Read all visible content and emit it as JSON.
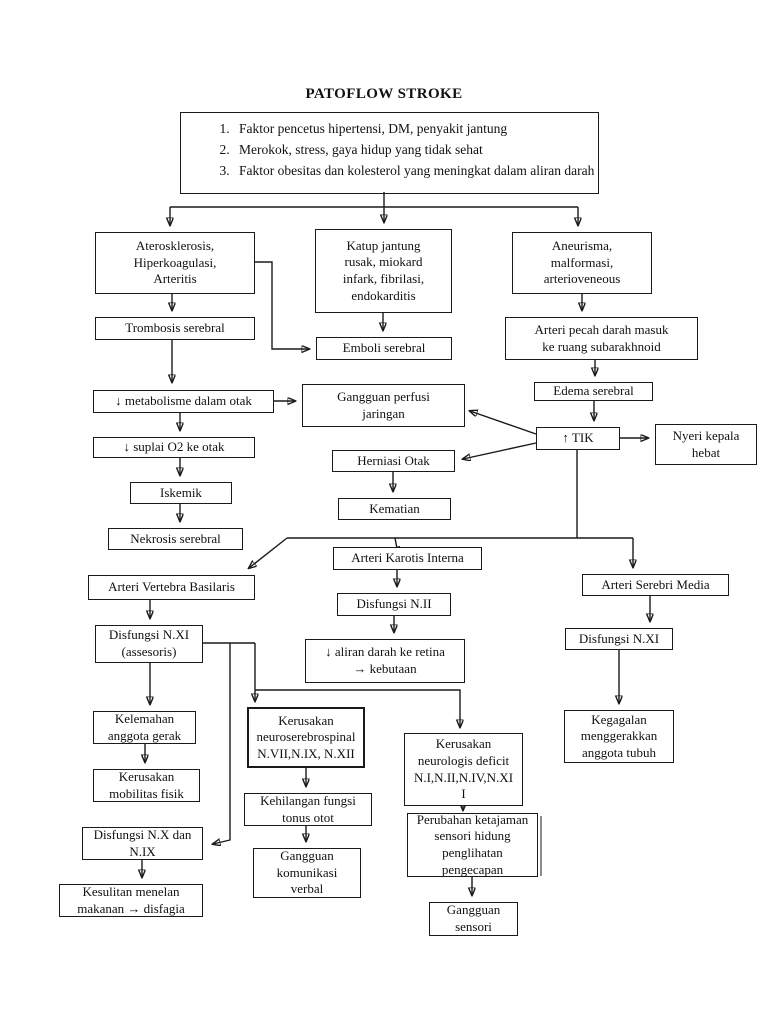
{
  "page": {
    "title": "PATOFLOW STROKE"
  },
  "risk_factors": {
    "items": [
      "Faktor pencetus hipertensi, DM, penyakit jantung",
      "Merokok, stress, gaya hidup yang tidak sehat",
      "Faktor obesitas dan kolesterol yang meningkat dalam aliran darah"
    ]
  },
  "nodes": {
    "aterosklerosis": {
      "text": "Aterosklerosis,\nHiperkoagulasi,\nArteritis"
    },
    "katup_jantung": {
      "text": "Katup jantung\nrusak, miokard\ninfark, fibrilasi,\nendokarditis"
    },
    "aneurisma": {
      "text": "Aneurisma,\nmalformasi,\narterioveneous"
    },
    "trombosis": {
      "text": "Trombosis serebral"
    },
    "emboli": {
      "text": "Emboli serebral"
    },
    "arteri_pecah": {
      "text": "Arteri pecah darah masuk\nke ruang subarakhnoid"
    },
    "metabolisme": {
      "text": "↓ metabolisme dalam otak"
    },
    "gangguan_perfusi": {
      "text": "Gangguan perfusi\njaringan"
    },
    "edema": {
      "text": "Edema serebral"
    },
    "tik": {
      "text": "↑ TIK"
    },
    "nyeri_kepala": {
      "text": "Nyeri kepala\nhebat"
    },
    "suplai_o2": {
      "text": "↓ suplai O2 ke otak"
    },
    "herniasi": {
      "text": "Herniasi Otak"
    },
    "iskemik": {
      "text": "Iskemik"
    },
    "kematian": {
      "text": "Kematian"
    },
    "nekrosis": {
      "text": "Nekrosis serebral"
    },
    "karotis_interna": {
      "text": "Arteri Karotis Interna"
    },
    "vertebra_basilaris": {
      "text": "Arteri Vertebra Basilaris"
    },
    "serebri_media": {
      "text": "Arteri Serebri Media"
    },
    "disfungsi_n2": {
      "text": "Disfungsi N.II"
    },
    "disfungsi_n11_assesoris": {
      "text": "Disfungsi N.XI\n(assesoris)"
    },
    "disfungsi_n11": {
      "text": "Disfungsi N.XI"
    },
    "aliran_retina": {
      "text": "↓ aliran darah ke retina\n→ kebutaan"
    },
    "kelemahan": {
      "text": "Kelemahan\nanggota gerak"
    },
    "neuroserebrospinal": {
      "text": "Kerusakan\nneuroserebrospinal\nN.VII,N.IX, N.XII"
    },
    "neurologis_deficit": {
      "text": "Kerusakan\nneurologis deficit\nN.I,N.II,N.IV,N.XI\nI"
    },
    "kegagalan": {
      "text": "Kegagalan\nmenggerakkan\nanggota tubuh"
    },
    "mobilitas": {
      "text": "Kerusakan\nmobilitas fisik"
    },
    "kehilangan_tonus": {
      "text": "Kehilangan fungsi\ntonus otot"
    },
    "disfungsi_nx_nix": {
      "text": "Disfungsi N.X dan\nN.IX"
    },
    "perubahan_sensori": {
      "text": "Perubahan ketajaman\nsensori hidung\npenglihatan\npengecapan"
    },
    "gangguan_komunikasi": {
      "text": "Gangguan\nkomunikasi\nverbal"
    },
    "kesulitan_menelan": {
      "text": "Kesulitan menelan\nmakanan → disfagia"
    },
    "gangguan_sensori": {
      "text": "Gangguan\nsensori"
    }
  },
  "colors": {
    "line": "#1a1a1a",
    "border": "#1a1a1a",
    "background": "#ffffff",
    "text": "#111111"
  }
}
